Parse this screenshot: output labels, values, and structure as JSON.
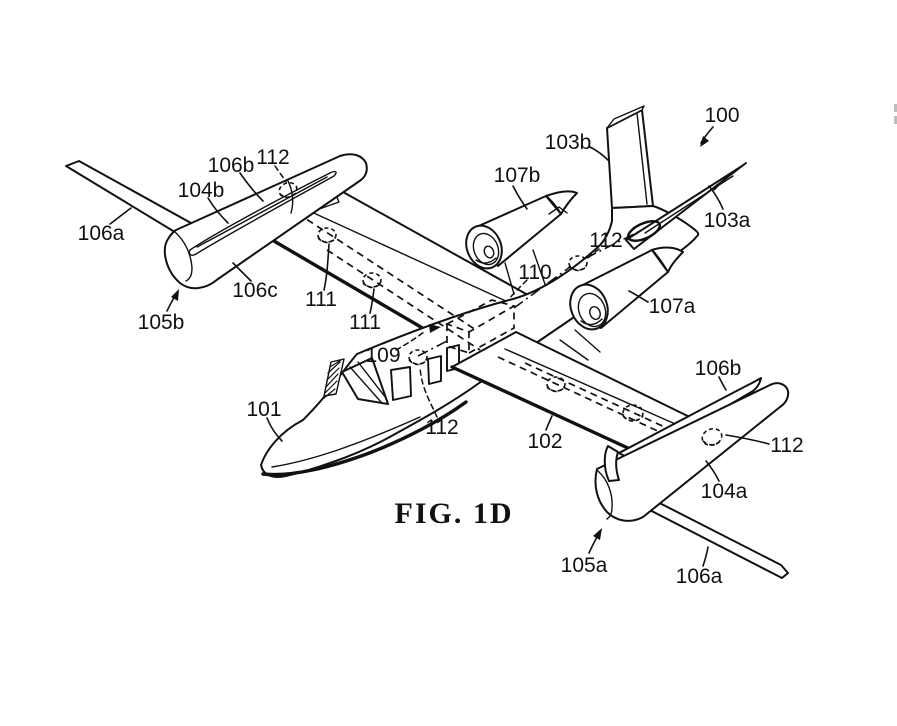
{
  "figure": {
    "caption": "FIG. 1D"
  },
  "colors": {
    "ink": "#111111",
    "paper": "#ffffff",
    "edge_mark": "#bdbdbd"
  },
  "reference_numerals": [
    {
      "text": "100",
      "points_to": "aircraft"
    },
    {
      "text": "101",
      "points_to": "fuselage-nose"
    },
    {
      "text": "102",
      "points_to": "wing"
    },
    {
      "text": "103a",
      "points_to": "horizontal-stabilizer"
    },
    {
      "text": "103b",
      "points_to": "vertical-stabilizer"
    },
    {
      "text": "104a",
      "points_to": "right-wingtip-tank"
    },
    {
      "text": "104b",
      "points_to": "left-wingtip-tank"
    },
    {
      "text": "105a",
      "points_to": "right-tip-tank-nose"
    },
    {
      "text": "105b",
      "points_to": "left-tip-tank-nose"
    },
    {
      "text": "106a",
      "points_to": "left-winglet-blade"
    },
    {
      "text": "106a",
      "points_to": "right-winglet-blade"
    },
    {
      "text": "106b",
      "points_to": "left-tank-upper-strake"
    },
    {
      "text": "106b",
      "points_to": "right-tank-upper-strake"
    },
    {
      "text": "106c",
      "points_to": "left-tank-lower-body"
    },
    {
      "text": "107a",
      "points_to": "right-engine-nacelle"
    },
    {
      "text": "107b",
      "points_to": "left-engine-nacelle"
    },
    {
      "text": "109",
      "points_to": "center-tank-location"
    },
    {
      "text": "110",
      "points_to": "center-fuel-tank-box"
    },
    {
      "text": "111",
      "points_to": "wing-fuel-port-outboard"
    },
    {
      "text": "111",
      "points_to": "wing-fuel-port-inboard"
    },
    {
      "text": "112",
      "points_to": "left-tank-fuel-port"
    },
    {
      "text": "112",
      "points_to": "aft-fuselage-fuel-port"
    },
    {
      "text": "112",
      "points_to": "cabin-roof-fuel-port"
    },
    {
      "text": "112",
      "points_to": "right-tank-fuel-port"
    }
  ]
}
